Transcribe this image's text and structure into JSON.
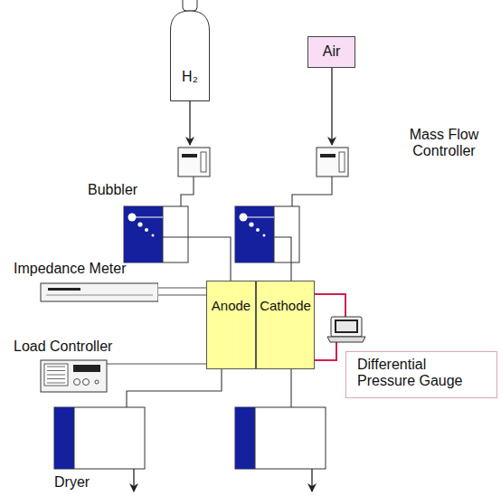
{
  "diagram": {
    "nodes": [
      {
        "text": [
          "H₂"
        ]
      },
      {
        "text": [
          "Air"
        ]
      },
      {
        "text": [
          "Impedance Meter"
        ]
      },
      {
        "text": [
          "Load Controller"
        ]
      },
      {
        "text": [
          "Anode"
        ]
      },
      {
        "text": [
          "Cathode"
        ]
      },
      {
        "text": [
          "Differential Pressure Gauge"
        ]
      }
    ],
    "edges": [
      {
        "from": 2,
        "to": 4,
        "arrow": "none"
      },
      {
        "from": 3,
        "to": 4,
        "arrow": "none"
      }
    ],
    "labels": [
      "Mass Flow Controller",
      "Bubbler",
      "Dryer"
    ]
  }
}
